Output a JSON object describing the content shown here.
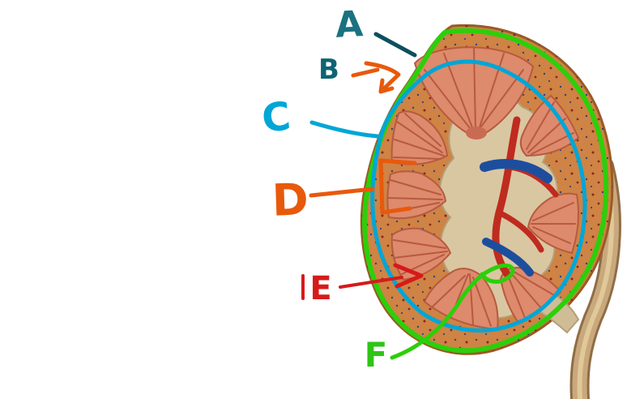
{
  "image": {
    "subject": "kidney-coronal-section-annotated",
    "background": "#ffffff"
  },
  "annotations": {
    "labels": [
      {
        "letter": "A",
        "color": "#1a7280"
      },
      {
        "letter": "B",
        "color": "#0e6373"
      },
      {
        "letter": "C",
        "color": "#00a6d6"
      },
      {
        "letter": "D",
        "color": "#e8590c"
      },
      {
        "letter": "E",
        "color": "#d61a1a"
      },
      {
        "letter": "F",
        "color": "#2ec515"
      }
    ],
    "trace_colors": {
      "outer": "#2ccf0a",
      "inner": "#00a6d6"
    },
    "leader_colors": {
      "a": "#0d4f5e",
      "b_arrow": "#e8590c",
      "d": "#e8590c",
      "e": "#d61a1a"
    }
  },
  "illustration_colors": {
    "capsule": "#cf8344",
    "capsule_edge": "#9a5a24",
    "pyramid": "#de8a6c",
    "pyramid_striation": "#b65a40",
    "pelvis": "#d9c7a2",
    "pelvis_edge": "#b39f78",
    "artery": "#bf2b1f",
    "vein": "#1d4e9e",
    "ureter": "#c9a87e",
    "ureter_edge": "#8f6d45"
  }
}
